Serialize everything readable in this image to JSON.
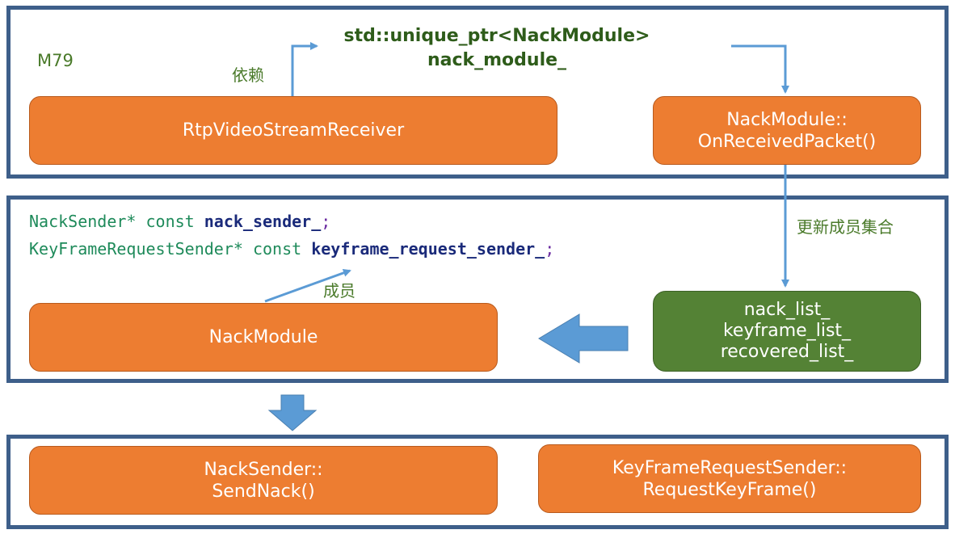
{
  "version_label": "M79",
  "member_declaration": {
    "line1": "std::unique_ptr<NackModule>",
    "line2": "nack_module_"
  },
  "edge_labels": {
    "depend": "依赖",
    "update_members": "更新成员集合",
    "member": "成员"
  },
  "boxes": {
    "rtp_receiver": "RtpVideoStreamReceiver",
    "on_received_packet": "NackModule::\nOnReceivedPacket()",
    "nack_module": "NackModule",
    "lists": "nack_list_\nkeyframe_list_\nrecovered_list_",
    "send_nack": "NackSender::\nSendNack()",
    "request_key_frame": "KeyFrameRequestSender::\nRequestKeyFrame()"
  },
  "code": {
    "line1": {
      "type": "NackSender* const ",
      "name": "nack_sender_",
      "end": ";"
    },
    "line2": {
      "type": "KeyFrameRequestSender* const ",
      "name": "keyframe_request_sender_",
      "end": ";"
    }
  },
  "colors": {
    "panel_border": "#3e5f8a",
    "box_orange": "#ed7d31",
    "box_green": "#548235",
    "arrow_blue": "#5b9bd5",
    "label_green": "#4a7a2a"
  }
}
